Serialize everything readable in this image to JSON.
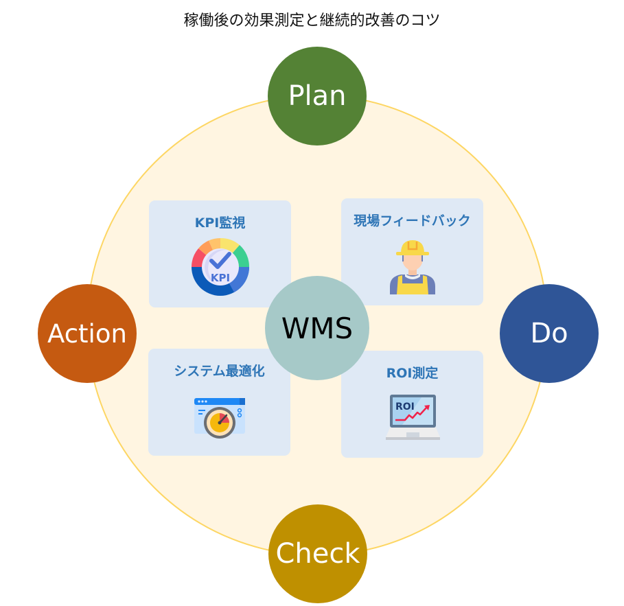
{
  "title": "稼働後の効果測定と継続的改善のコツ",
  "center": {
    "label": "WMS",
    "color": "#a6c9c8"
  },
  "cycle": {
    "fill": "#fff5e1",
    "stroke": "#fdd663",
    "phases": [
      {
        "id": "plan",
        "label": "Plan",
        "color": "#548235",
        "position": "top"
      },
      {
        "id": "do",
        "label": "Do",
        "color": "#2f5597",
        "position": "right"
      },
      {
        "id": "check",
        "label": "Check",
        "color": "#bf9000",
        "position": "bottom"
      },
      {
        "id": "action",
        "label": "Action",
        "color": "#c55a11",
        "position": "left"
      }
    ]
  },
  "cards": [
    {
      "id": "kpi",
      "title": "KPI監視",
      "icon": "kpi-gauge-icon",
      "icon_text": "KPI",
      "position": "top-left"
    },
    {
      "id": "feedback",
      "title": "現場フィードバック",
      "icon": "worker-icon",
      "position": "top-right"
    },
    {
      "id": "system",
      "title": "システム最適化",
      "icon": "window-gauge-icon",
      "position": "bottom-left"
    },
    {
      "id": "roi",
      "title": "ROI測定",
      "icon": "laptop-roi-icon",
      "icon_text": "ROI",
      "position": "bottom-right"
    }
  ],
  "card_style": {
    "background": "#dfe9f5",
    "title_color": "#2e75b6"
  }
}
